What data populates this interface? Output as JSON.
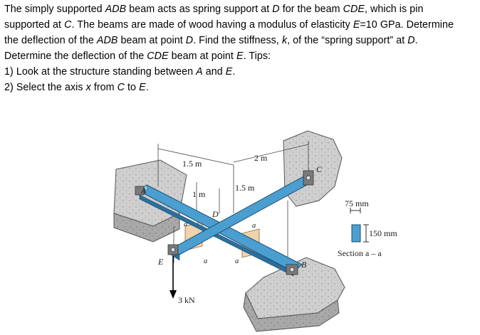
{
  "problem": {
    "l1": {
      "a": "The simply supported ",
      "b": "ADB",
      "c": " beam acts as spring support at ",
      "d": "D",
      "e": " for the beam ",
      "f": "CDE",
      "g": ", which is pin"
    },
    "l2": {
      "a": "supported at ",
      "b": "C",
      "c": ". The beams are made of wood having a modulus of elasticity ",
      "d": "E",
      "e": "=10 GPa. Determine"
    },
    "l3": {
      "a": "the deflection of the ",
      "b": "ADB",
      "c": " beam at point ",
      "d": "D",
      "e": ". Find the stiffness, ",
      "f": "k",
      "g": ", of the “spring support” at ",
      "h": "D",
      "i": "."
    },
    "l4": {
      "a": "Determine the deflection of the ",
      "b": "CDE",
      "c": " beam at point ",
      "d": "E",
      "e": ". Tips:"
    },
    "l5": {
      "a": "1) Look at the structure standing between ",
      "b": "A",
      "c": " and ",
      "d": "E",
      "e": "."
    },
    "l6": {
      "a": "2) Select the axis ",
      "b": "x",
      "c": " from ",
      "d": "C",
      "e": " to ",
      "f": "E",
      "g": "."
    }
  },
  "figure": {
    "dim_1_5m_left": "1.5 m",
    "dim_2m": "2 m",
    "dim_1m": "1 m",
    "dim_1_5m_mid": "1.5 m",
    "point_A": "A",
    "point_B": "B",
    "point_C": "C",
    "point_D": "D",
    "point_E": "E",
    "sec_a1": "a",
    "sec_a2": "a",
    "sec_a3": "a",
    "sec_a4": "a",
    "load": "3 kN",
    "section_width": "75 mm",
    "section_height": "150 mm",
    "section_caption": "Section a – a"
  },
  "colors": {
    "beam": "#4a9fd0",
    "beam_dark": "#2b6f9e",
    "rock": "#c9c9c9",
    "rock_dark": "#8c8c8c",
    "section_plane": "#f0d3ad"
  }
}
